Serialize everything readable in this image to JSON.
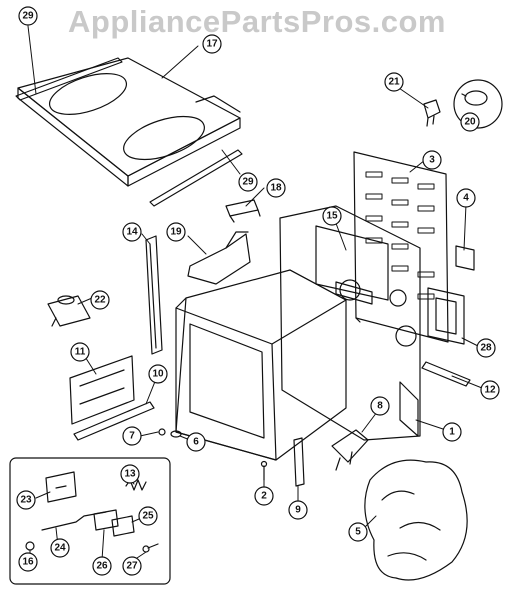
{
  "watermark": "AppliancePartsPros.com",
  "callouts": {
    "c29a": "29",
    "c17": "17",
    "c29b": "29",
    "c21": "21",
    "c20": "20",
    "c3": "3",
    "c4": "4",
    "c18": "18",
    "c19": "19",
    "c14": "14",
    "c15": "15",
    "c22": "22",
    "c28": "28",
    "c11": "11",
    "c10": "10",
    "c12": "12",
    "c8": "8",
    "c1": "1",
    "c7": "7",
    "c6": "6",
    "c13": "13",
    "c23": "23",
    "c2": "2",
    "c9": "9",
    "c25": "25",
    "c5": "5",
    "c24": "24",
    "c26": "26",
    "c16": "16",
    "c27": "27"
  }
}
